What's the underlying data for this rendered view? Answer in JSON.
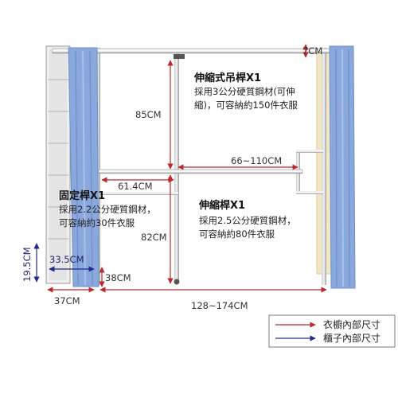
{
  "dimensions": {
    "d7cm": "7CM",
    "d85cm": "85CM",
    "d66_110": "66~110CM",
    "d61_4": "61.4CM",
    "d82cm": "82CM",
    "d33_5": "33.5CM",
    "d19_5": "19.5CM",
    "d38cm": "38CM",
    "d37cm": "37CM",
    "d128_174": "128~174CM"
  },
  "labels": {
    "telescopic_hanger": {
      "title": "伸縮式吊桿X1",
      "line1": "採用3公分硬質鋼材(可伸",
      "line2": "縮)，可容納約150件衣服"
    },
    "fixed_bar": {
      "title": "固定桿X1",
      "line1": "採用2.2公分硬質鋼材，",
      "line2": "可容納約30件衣服"
    },
    "telescopic_bar": {
      "title": "伸縮桿X1",
      "line1": "採用2.5公分硬質鋼材，",
      "line2": "可容納約80件衣服"
    }
  },
  "legend": {
    "red_label": "衣櫥內部尺寸",
    "blue_label": "櫃子內部尺寸"
  },
  "colors": {
    "red_arrow": "#c0282d",
    "blue_arrow": "#1f2a8c",
    "curtain": "#8aa8dc",
    "curtain_dark": "#6d8fcb",
    "frame": "#9a9a9a",
    "panel": "#f3e6c4"
  }
}
